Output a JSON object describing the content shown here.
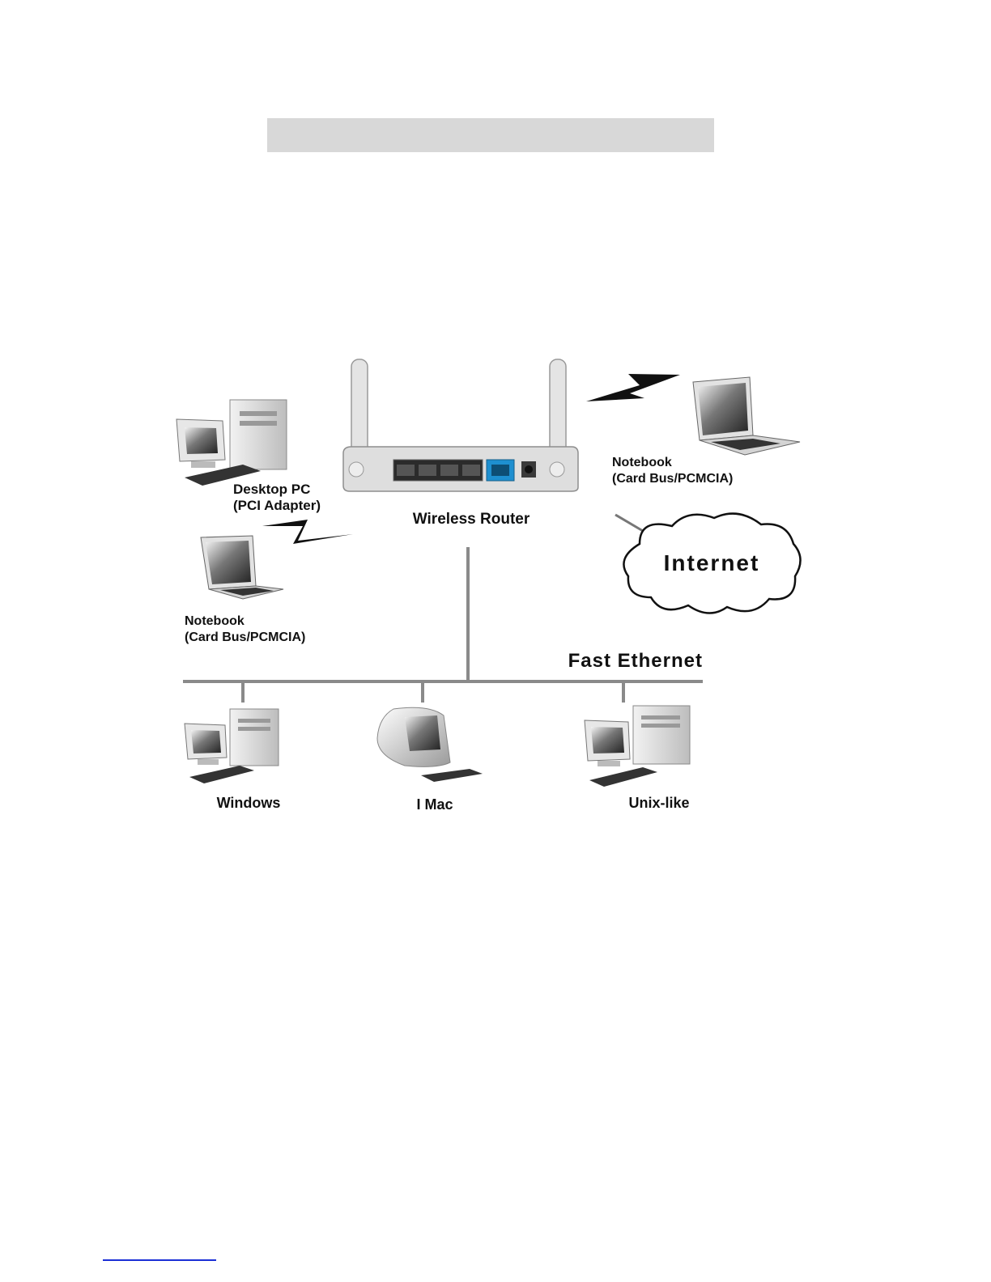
{
  "page": {
    "title_bar_text": "",
    "footer_rule_color": "#1a2fd6"
  },
  "diagram": {
    "nodes": {
      "desktop_pc": {
        "line1": "Desktop PC",
        "line2": "(PCI Adapter)"
      },
      "wireless_router": {
        "label": "Wireless  Router"
      },
      "notebook_right": {
        "line1": "Notebook",
        "line2": "(Card Bus/PCMCIA)"
      },
      "notebook_left": {
        "line1": "Notebook",
        "line2": "(Card Bus/PCMCIA)"
      },
      "internet": {
        "label": "Internet"
      },
      "windows_pc": {
        "label": "Windows"
      },
      "imac": {
        "label": "I Mac"
      },
      "unix_pc": {
        "label": "Unix-like"
      }
    },
    "bus": {
      "label": "Fast Ethernet"
    },
    "colors": {
      "line": "#8a8a8a",
      "wan_port": "#1e8fd0",
      "device_gray": "#cfcfcf"
    }
  }
}
